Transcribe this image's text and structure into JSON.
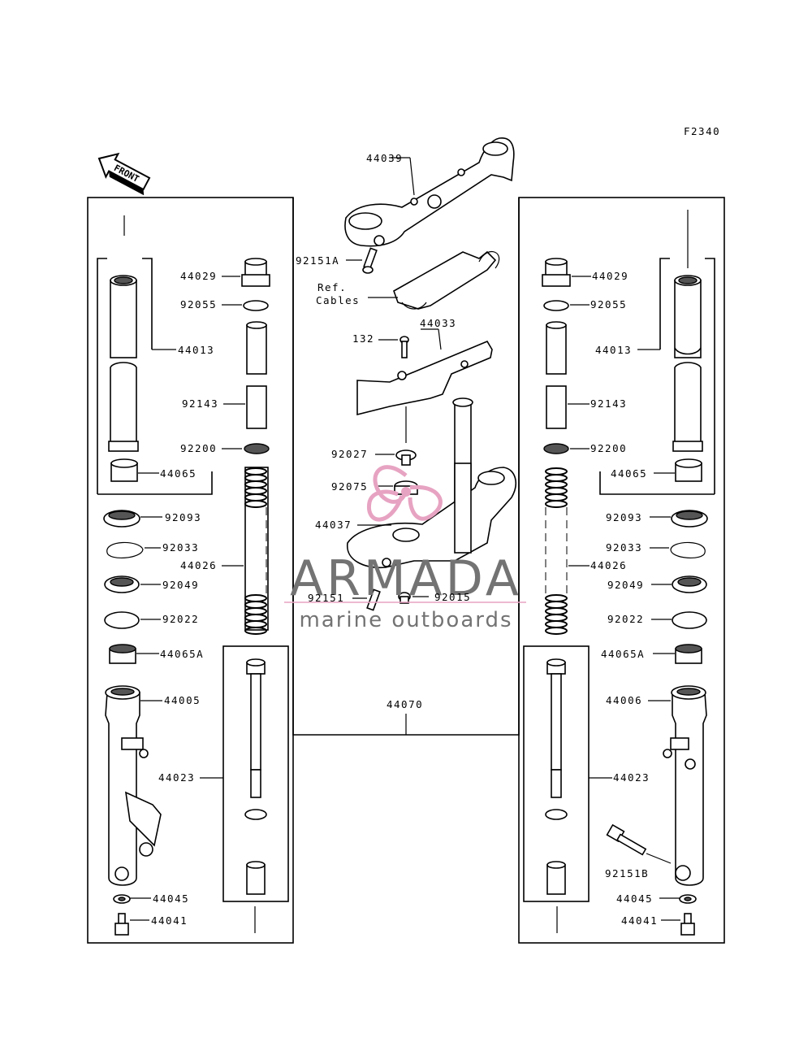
{
  "figure_code": "F2340",
  "front_arrow": "FRONT",
  "ref_note": [
    "Ref.",
    "Cables"
  ],
  "watermark": {
    "brand": "ARMADA",
    "tagline": "marine outboards",
    "accent": "#e7a3c2"
  },
  "labels": {
    "l44039": "44039",
    "l92151A": "92151A",
    "l44033": "44033",
    "l132": "132",
    "l92027": "92027",
    "l92075": "92075",
    "l44037": "44037",
    "l92151": "92151",
    "l92015": "92015",
    "l44070": "44070",
    "L44029": "44029",
    "L92055": "92055",
    "L44013": "44013",
    "L92143": "92143",
    "L92200": "92200",
    "L44065": "44065",
    "L92093": "92093",
    "L92033": "92033",
    "L44026": "44026",
    "L92049": "92049",
    "L92022": "92022",
    "L44065A": "44065A",
    "L44005": "44005",
    "L44023": "44023",
    "L44045": "44045",
    "L44041": "44041",
    "R44029": "44029",
    "R92055": "92055",
    "R44013": "44013",
    "R92143": "92143",
    "R92200": "92200",
    "R44065": "44065",
    "R92093": "92093",
    "R92033": "92033",
    "R44026": "44026",
    "R92049": "92049",
    "R92022": "92022",
    "R44065A": "44065A",
    "R44006": "44006",
    "R44023": "44023",
    "R92151B": "92151B",
    "R44045": "44045",
    "R44041": "44041"
  }
}
